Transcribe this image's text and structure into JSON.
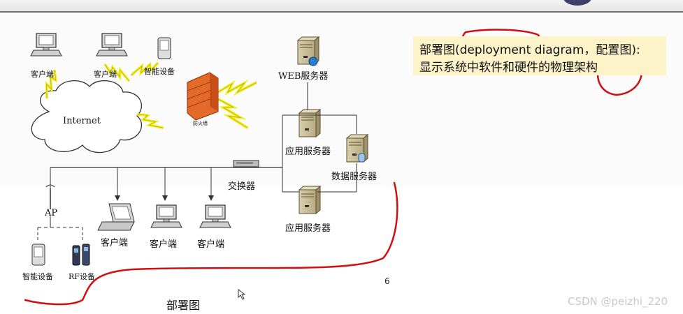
{
  "diagram": {
    "nodes": {
      "client_1": "客户端",
      "client_2": "客户端",
      "smart_device_top": "智能设备",
      "internet": "Internet",
      "firewall": "防火墙",
      "web_server": "WEB服务器",
      "app_server_1": "应用服务器",
      "db_server": "数据服务器",
      "app_server_2": "应用服务器",
      "switch": "交换器",
      "ap": "AP",
      "client_3": "客户端",
      "client_4": "客户端",
      "client_5": "客户端",
      "smart_device_bottom": "智能设备",
      "rf_device": "RF设备"
    }
  },
  "note": {
    "line1": "部署图(deployment diagram，配置图):",
    "line2": "显示系统中软件和硬件的物理架构"
  },
  "page_number": "6",
  "caption": "部署图",
  "watermark": "CSDN @peizhi_220",
  "colors": {
    "annotation_red": "#d01010",
    "note_bg": "#fdf3c8",
    "lightning": "#f2ee1a"
  }
}
